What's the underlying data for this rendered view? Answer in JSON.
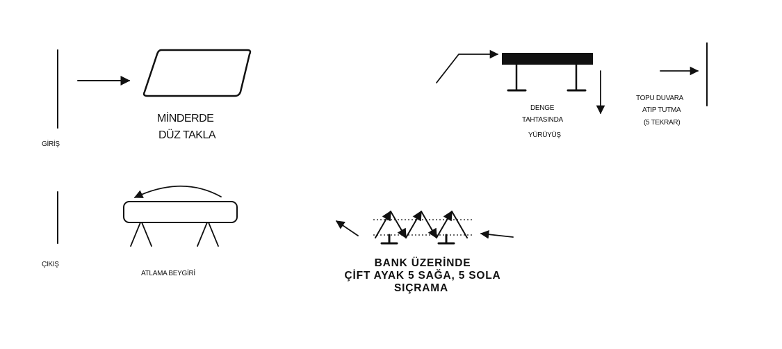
{
  "stations": {
    "entry": {
      "label": "GİRİŞ"
    },
    "exit": {
      "label": "ÇIKIŞ"
    },
    "roll": {
      "line1": "MİNDERDE",
      "line2": "DÜZ TAKLA"
    },
    "beam": {
      "line1": "DENGE",
      "line2": "TAHTASINDA",
      "line3": "YÜRÜYÜŞ"
    },
    "ball": {
      "line1": "TOPU DUVARA",
      "line2": "ATIP TUTMA",
      "line3": "(5 TEKRAR)"
    },
    "vault": {
      "label": "ATLAMA BEYGİRİ"
    },
    "bench": {
      "line1": "BANK ÜZERİNDE",
      "line2": "ÇİFT AYAK 5 SAĞA, 5 SOLA",
      "line3": "SIÇRAMA"
    }
  },
  "colors": {
    "ink": "#111111",
    "background": "#ffffff"
  }
}
